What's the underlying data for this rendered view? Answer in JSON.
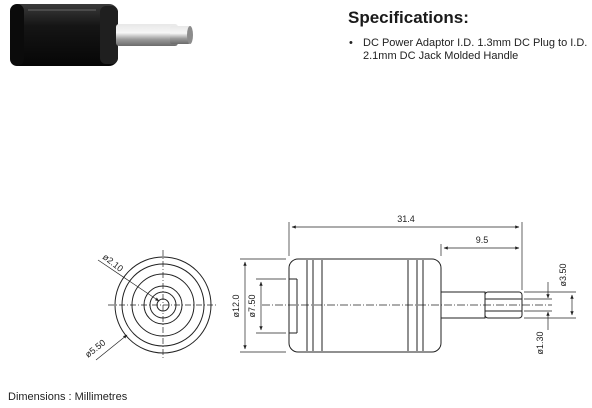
{
  "specifications": {
    "title": "Specifications:",
    "items": [
      "DC Power Adaptor I.D. 1.3mm DC Plug to I.D. 2.1mm DC Jack Molded Handle"
    ]
  },
  "drawing": {
    "end_view": {
      "dim_inner": "ø2.10",
      "dim_outer": "ø5.50"
    },
    "side_view": {
      "dim_total_length": "31.4",
      "dim_plug_length": "9.5",
      "dim_body_dia": "ø12.0",
      "dim_socket_dia": "ø7.50",
      "dim_plug_outer_dia": "ø3.50",
      "dim_plug_inner_dia": "ø1.30"
    }
  },
  "units_note": "Dimensions : Millimetres",
  "colors": {
    "line": "#222222",
    "body_dark": "#1b1b1b",
    "metal": "#b9b9b9"
  }
}
